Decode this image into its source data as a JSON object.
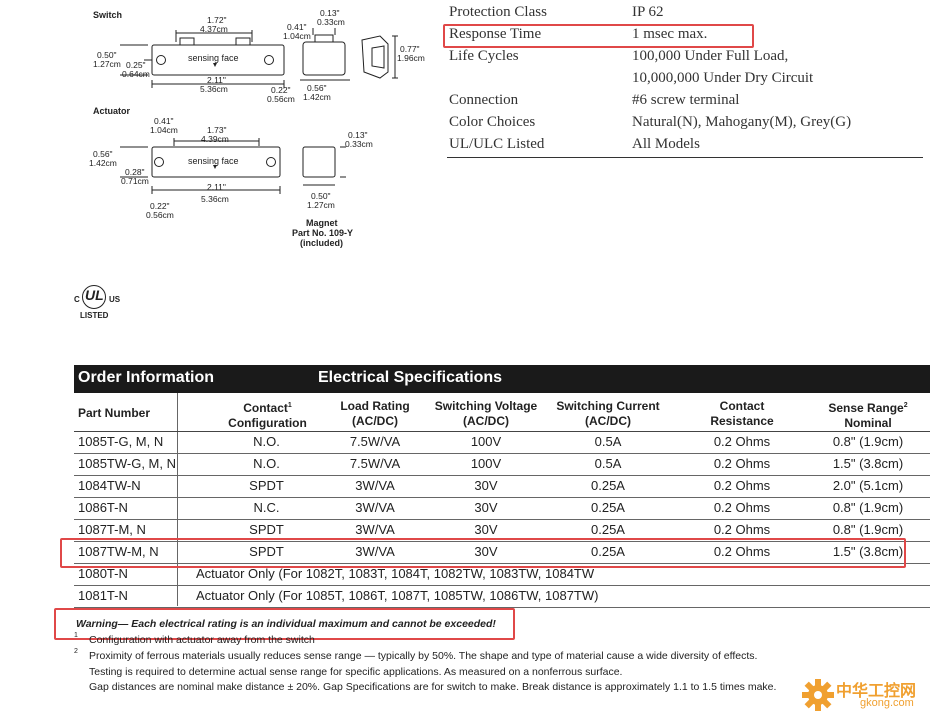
{
  "specs": [
    {
      "label": "Protection Class",
      "value": "IP 62"
    },
    {
      "label": "Response Time",
      "value": "1 msec max."
    },
    {
      "label": "Life Cycles",
      "value": "100,000 Under Full Load,"
    },
    {
      "label": "",
      "value": "10,000,000 Under Dry Circuit"
    },
    {
      "label": "Connection",
      "value": "#6 screw terminal"
    },
    {
      "label": "Color Choices",
      "value": "Natural(N), Mahogany(M), Grey(G)"
    },
    {
      "label": "UL/ULC Listed",
      "value": "All Models"
    }
  ],
  "diagram": {
    "switch_title": "Switch",
    "actuator_title": "Actuator",
    "sensing_face": "sensing face",
    "magnet_title": "Magnet",
    "magnet_part": "Part No. 109-Y",
    "magnet_included": "(included)",
    "sw": {
      "d1a": "1.72\"",
      "d1b": "4.37cm",
      "d2a": "0.41\"",
      "d2b": "1.04cm",
      "d3a": "0.13\"",
      "d3b": "0.33cm",
      "d4a": "0.50\"",
      "d4b": "1.27cm",
      "d5a": "0.25\"",
      "d5b": "0.64cm",
      "d6a": "2.11\"",
      "d6b": "5.36cm",
      "d7a": "0.22\"",
      "d7b": "0.56cm",
      "d8a": "0.56\"",
      "d8b": "1.42cm",
      "d9a": "0.77\"",
      "d9b": "1.96cm"
    },
    "act": {
      "d1a": "0.41\"",
      "d1b": "1.04cm",
      "d2a": "1.73\"",
      "d2b": "4.39cm",
      "d3a": "0.13\"",
      "d3b": "0.33cm",
      "d4a": "0.56\"",
      "d4b": "1.42cm",
      "d5a": "0.28\"",
      "d5b": "0.71cm",
      "d6a": "2.11\"",
      "d6b": "5.36cm",
      "d7a": "0.22\"",
      "d7b": "0.56cm",
      "d8a": "0.50\"",
      "d8b": "1.27cm"
    }
  },
  "ul_logo": {
    "c": "C",
    "ul": "UL",
    "us": "US",
    "listed": "LISTED"
  },
  "table": {
    "order_info": "Order Information",
    "electrical_specs": "Electrical Specifications",
    "headers": {
      "part": "Part Number",
      "contact1": "Contact",
      "contact_sup": "1",
      "contact2": "Configuration",
      "load1": "Load Rating",
      "load2": "(AC/DC)",
      "sv1": "Switching Voltage",
      "sv2": "(AC/DC)",
      "sc1": "Switching Current",
      "sc2": "(AC/DC)",
      "cr1": "Contact",
      "cr2": "Resistance",
      "sr1": "Sense Range",
      "sr_sup": "2",
      "sr2": "Nominal"
    },
    "rows": [
      {
        "part": "1085T-G, M, N",
        "config": "N.O.",
        "load": "7.5W/VA",
        "voltage": "100V",
        "current": "0.5A",
        "resistance": "0.2 Ohms",
        "range": "0.8\" (1.9cm)"
      },
      {
        "part": "1085TW-G, M, N",
        "config": "N.O.",
        "load": "7.5W/VA",
        "voltage": "100V",
        "current": "0.5A",
        "resistance": "0.2 Ohms",
        "range": "1.5\" (3.8cm)"
      },
      {
        "part": "1084TW-N",
        "config": "SPDT",
        "load": "3W/VA",
        "voltage": "30V",
        "current": "0.25A",
        "resistance": "0.2 Ohms",
        "range": "2.0\" (5.1cm)"
      },
      {
        "part": "1086T-N",
        "config": "N.C.",
        "load": "3W/VA",
        "voltage": "30V",
        "current": "0.25A",
        "resistance": "0.2 Ohms",
        "range": "0.8\" (1.9cm)"
      },
      {
        "part": "1087T-M, N",
        "config": "SPDT",
        "load": "3W/VA",
        "voltage": "30V",
        "current": "0.25A",
        "resistance": "0.2 Ohms",
        "range": "0.8\" (1.9cm)"
      },
      {
        "part": "1087TW-M, N",
        "config": "SPDT",
        "load": "3W/VA",
        "voltage": "30V",
        "current": "0.25A",
        "resistance": "0.2 Ohms",
        "range": "1.5\" (3.8cm)"
      }
    ],
    "actuator_rows": [
      {
        "part": "1080T-N",
        "desc": "Actuator Only (For 1082T, 1083T, 1084T, 1082TW, 1083TW, 1084TW"
      },
      {
        "part": "1081T-N",
        "desc": "Actuator Only (For 1085T, 1086T, 1087T, 1085TW, 1086TW, 1087TW)"
      }
    ]
  },
  "footnotes": {
    "warning": "Warning— Each electrical rating is an individual maximum and cannot be exceeded!",
    "n1_mark": "1",
    "n1": "Configuration with actuator away from the switch",
    "n2_mark": "2",
    "n2a": "Proximity of ferrous materials usually reduces sense range — typically by 50%. The shape and type of material cause a wide diversity of effects.",
    "n2b": "Testing is required to determine actual sense range for specific applications. As measured on a nonferrous surface.",
    "n2c": "Gap distances are nominal make distance ± 20%. Gap Specifications are for switch to make. Break distance is approximately 1.1 to 1.5 times make."
  },
  "watermark": {
    "cn": "中华工控网",
    "url": "gkong.com"
  },
  "colors": {
    "highlight": "#e04848",
    "header_bg": "#1a1a1a"
  }
}
